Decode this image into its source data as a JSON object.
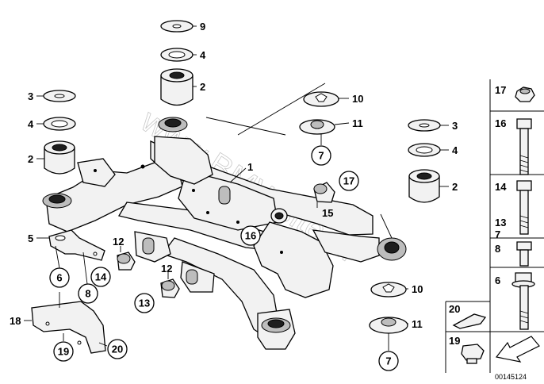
{
  "diagram": {
    "watermark": "www.BMWsite.nl",
    "catalog_number": "00145124",
    "callouts": {
      "c1": "1",
      "c2a": "2",
      "c2b": "2",
      "c2c": "2",
      "c3a": "3",
      "c3b": "3",
      "c4a": "4",
      "c4b": "4",
      "c4c": "4",
      "c5": "5",
      "c6": "6",
      "c7a": "7",
      "c7b": "7",
      "c8": "8",
      "c9": "9",
      "c10a": "10",
      "c10b": "10",
      "c11a": "11",
      "c11b": "11",
      "c12a": "12",
      "c12b": "12",
      "c13": "13",
      "c14": "14",
      "c15": "15",
      "c16": "16",
      "c17": "17",
      "c18": "18",
      "c19": "19",
      "c20": "20"
    },
    "side_panel": {
      "p17": "17",
      "p16": "16",
      "p14": "14",
      "p13": "13",
      "p7": "7",
      "p8": "8",
      "p6": "6",
      "p20": "20",
      "p19": "19"
    }
  }
}
